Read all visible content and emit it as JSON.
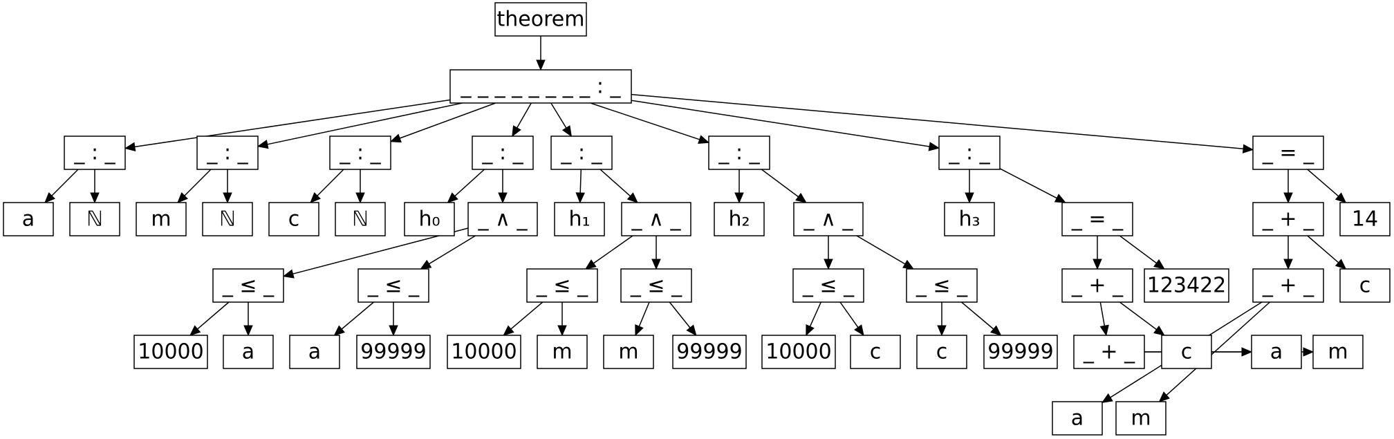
{
  "nodes": [
    {
      "id": "n0",
      "label": "theorem"
    },
    {
      "id": "n1",
      "label": "_ _ _ _ _ _ _ _ : _"
    },
    {
      "id": "n2",
      "label": "_ : _"
    },
    {
      "id": "n3",
      "label": "_ : _"
    },
    {
      "id": "n4",
      "label": "_ : _"
    },
    {
      "id": "n5",
      "label": "_ : _"
    },
    {
      "id": "n6",
      "label": "_ : _"
    },
    {
      "id": "n7",
      "label": "_ : _"
    },
    {
      "id": "n8",
      "label": "_ : _"
    },
    {
      "id": "n9",
      "label": "_ = _"
    },
    {
      "id": "n10",
      "label": "a"
    },
    {
      "id": "n11",
      "label": "ℕ"
    },
    {
      "id": "n12",
      "label": "m"
    },
    {
      "id": "n13",
      "label": "ℕ"
    },
    {
      "id": "n14",
      "label": "c"
    },
    {
      "id": "n15",
      "label": "ℕ"
    },
    {
      "id": "n16",
      "label": "h₀"
    },
    {
      "id": "n17",
      "label": "_ ∧ _"
    },
    {
      "id": "n18",
      "label": "h₁"
    },
    {
      "id": "n19",
      "label": "_ ∧ _"
    },
    {
      "id": "n20",
      "label": "h₂"
    },
    {
      "id": "n21",
      "label": "_ ∧ _"
    },
    {
      "id": "n22",
      "label": "h₃"
    },
    {
      "id": "n23",
      "label": "_ = _"
    },
    {
      "id": "n24",
      "label": "_ + _"
    },
    {
      "id": "n25",
      "label": "14"
    },
    {
      "id": "n26",
      "label": "_ ≤ _"
    },
    {
      "id": "n27",
      "label": "_ ≤ _"
    },
    {
      "id": "n28",
      "label": "_ ≤ _"
    },
    {
      "id": "n29",
      "label": "_ ≤ _"
    },
    {
      "id": "n30",
      "label": "_ ≤ _"
    },
    {
      "id": "n31",
      "label": "_ ≤ _"
    },
    {
      "id": "n32",
      "label": "_ + _"
    },
    {
      "id": "n33",
      "label": "123422"
    },
    {
      "id": "n34",
      "label": "_ + _"
    },
    {
      "id": "n35",
      "label": "c"
    },
    {
      "id": "n36",
      "label": "10000"
    },
    {
      "id": "n37",
      "label": "a"
    },
    {
      "id": "n38",
      "label": "a"
    },
    {
      "id": "n39",
      "label": "99999"
    },
    {
      "id": "n40",
      "label": "10000"
    },
    {
      "id": "n41",
      "label": "m"
    },
    {
      "id": "n42",
      "label": "m"
    },
    {
      "id": "n43",
      "label": "99999"
    },
    {
      "id": "n44",
      "label": "10000"
    },
    {
      "id": "n45",
      "label": "c"
    },
    {
      "id": "n46",
      "label": "c"
    },
    {
      "id": "n47",
      "label": "99999"
    },
    {
      "id": "n48",
      "label": "_ + _"
    },
    {
      "id": "n49",
      "label": "c"
    },
    {
      "id": "n50",
      "label": "a"
    },
    {
      "id": "n51",
      "label": "m"
    },
    {
      "id": "n52",
      "label": "a"
    },
    {
      "id": "n53",
      "label": "m"
    }
  ],
  "edges": [
    [
      "n0",
      "n1"
    ],
    [
      "n1",
      "n2"
    ],
    [
      "n1",
      "n3"
    ],
    [
      "n1",
      "n4"
    ],
    [
      "n1",
      "n5"
    ],
    [
      "n1",
      "n6"
    ],
    [
      "n1",
      "n7"
    ],
    [
      "n1",
      "n8"
    ],
    [
      "n1",
      "n9"
    ],
    [
      "n2",
      "n10"
    ],
    [
      "n2",
      "n11"
    ],
    [
      "n3",
      "n12"
    ],
    [
      "n3",
      "n13"
    ],
    [
      "n4",
      "n14"
    ],
    [
      "n4",
      "n15"
    ],
    [
      "n5",
      "n16"
    ],
    [
      "n5",
      "n17"
    ],
    [
      "n6",
      "n18"
    ],
    [
      "n6",
      "n19"
    ],
    [
      "n7",
      "n20"
    ],
    [
      "n7",
      "n21"
    ],
    [
      "n8",
      "n22"
    ],
    [
      "n8",
      "n23"
    ],
    [
      "n9",
      "n24"
    ],
    [
      "n9",
      "n25"
    ],
    [
      "n17",
      "n26"
    ],
    [
      "n17",
      "n27"
    ],
    [
      "n19",
      "n28"
    ],
    [
      "n19",
      "n29"
    ],
    [
      "n21",
      "n30"
    ],
    [
      "n21",
      "n31"
    ],
    [
      "n23",
      "n32"
    ],
    [
      "n23",
      "n33"
    ],
    [
      "n24",
      "n34"
    ],
    [
      "n24",
      "n35"
    ],
    [
      "n26",
      "n36"
    ],
    [
      "n26",
      "n37"
    ],
    [
      "n27",
      "n38"
    ],
    [
      "n27",
      "n39"
    ],
    [
      "n28",
      "n40"
    ],
    [
      "n28",
      "n41"
    ],
    [
      "n29",
      "n42"
    ],
    [
      "n29",
      "n43"
    ],
    [
      "n30",
      "n44"
    ],
    [
      "n30",
      "n45"
    ],
    [
      "n31",
      "n46"
    ],
    [
      "n31",
      "n47"
    ],
    [
      "n32",
      "n48"
    ],
    [
      "n32",
      "n49"
    ],
    [
      "n34",
      "n52"
    ],
    [
      "n34",
      "n53"
    ],
    [
      "n48",
      "n50"
    ],
    [
      "n48",
      "n51"
    ]
  ]
}
